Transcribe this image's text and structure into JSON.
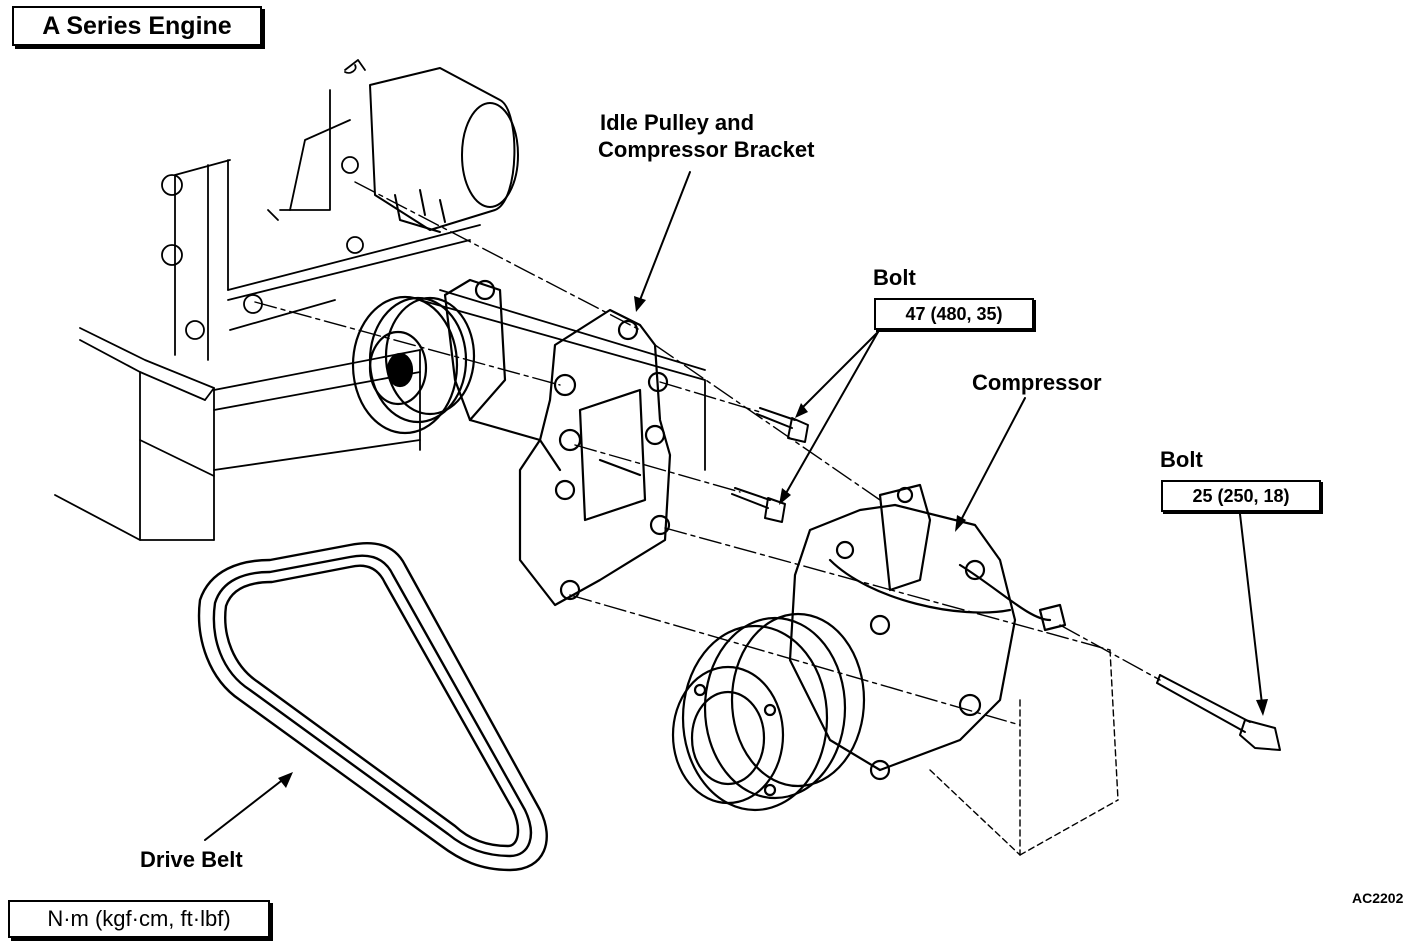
{
  "title": "A Series Engine",
  "labels": {
    "idle_pulley_line1": "Idle Pulley and",
    "idle_pulley_line2": "Compressor Bracket",
    "bolt_upper": "Bolt",
    "bolt_upper_torque": "47 (480, 35)",
    "compressor": "Compressor",
    "bolt_right": "Bolt",
    "bolt_right_torque": "25 (250, 18)",
    "drive_belt": "Drive Belt"
  },
  "units": "N·m (kgf·cm, ft·lbf)",
  "figure_code": "AC2202"
}
